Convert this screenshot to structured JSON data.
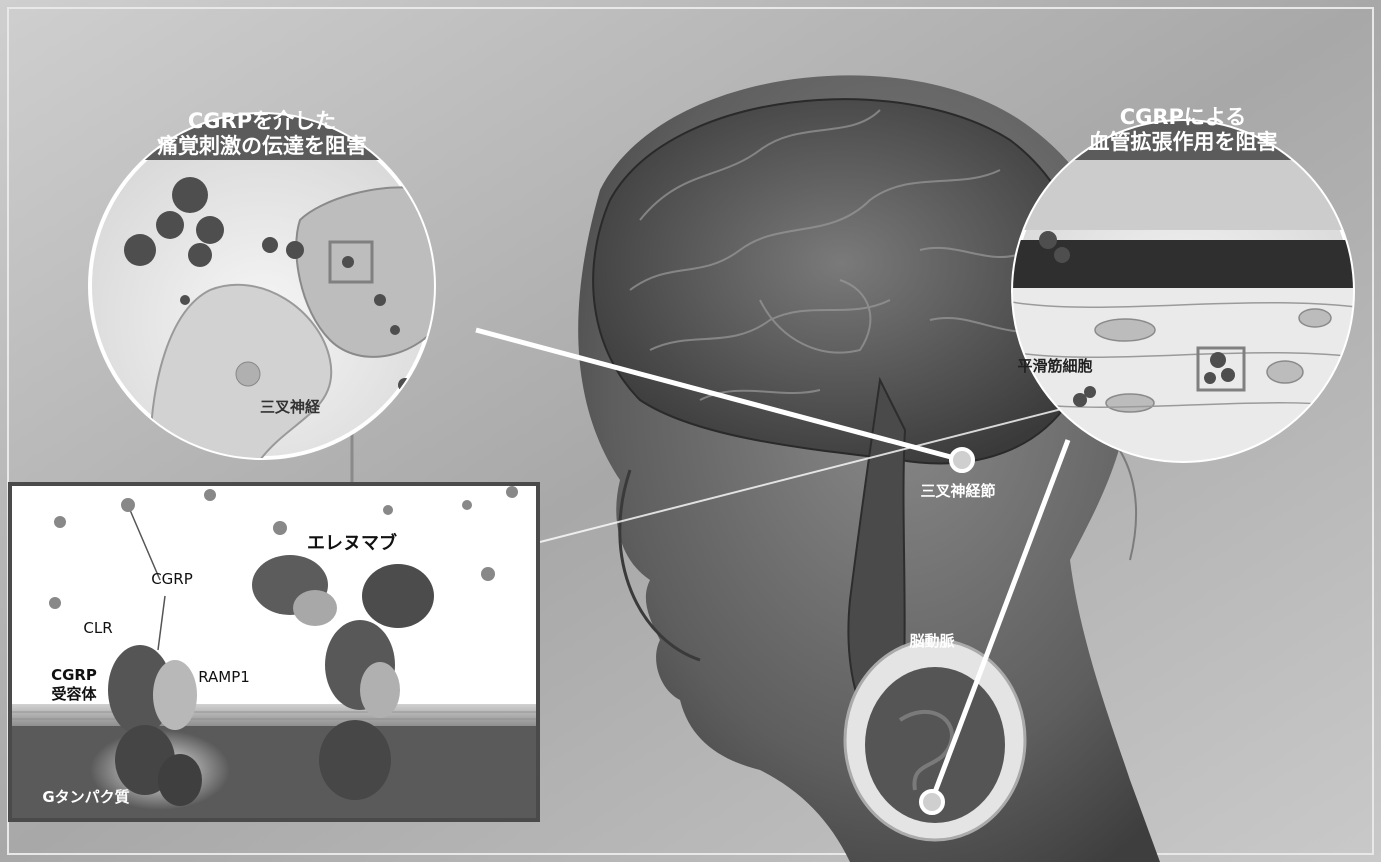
{
  "left_circle": {
    "header_line1": "CGRPを介した",
    "header_line2": "痛覚刺激の伝達を阻害",
    "nerve_label": "三叉神経"
  },
  "right_circle": {
    "header_line1": "CGRPによる",
    "header_line2": "血管拡張作用を阻害",
    "muscle_label": "平滑筋細胞"
  },
  "inset": {
    "cgrp_label": "CGRP",
    "clr_label": "CLR",
    "receptor_line1": "CGRP",
    "receptor_line2": "受容体",
    "ramp1_label": "RAMP1",
    "g_protein_label": "Gタンパク質",
    "antibody_label": "エレヌマブ"
  },
  "head": {
    "ganglion_label": "三叉神経節",
    "artery_label": "脳動脈"
  },
  "colors": {
    "header_band": "#5b5b5b",
    "inset_frame": "#4a4a4a",
    "callout_line": "#ffffff"
  }
}
